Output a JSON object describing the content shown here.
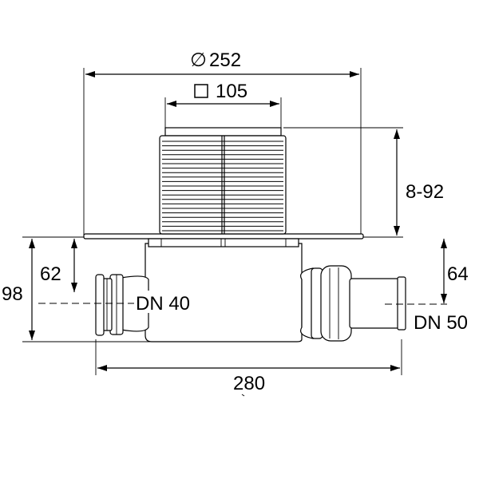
{
  "dimensions": {
    "diameter_symbol": "∅",
    "diameter_value": "252",
    "square_value": "105",
    "height_range": "8-92",
    "left_height_98": "98",
    "left_height_62": "62",
    "right_height_64": "64",
    "width_280": "280",
    "outlet_left": "DN 40",
    "outlet_right": "DN 50"
  },
  "colors": {
    "line": "#000000",
    "background": "#ffffff"
  }
}
